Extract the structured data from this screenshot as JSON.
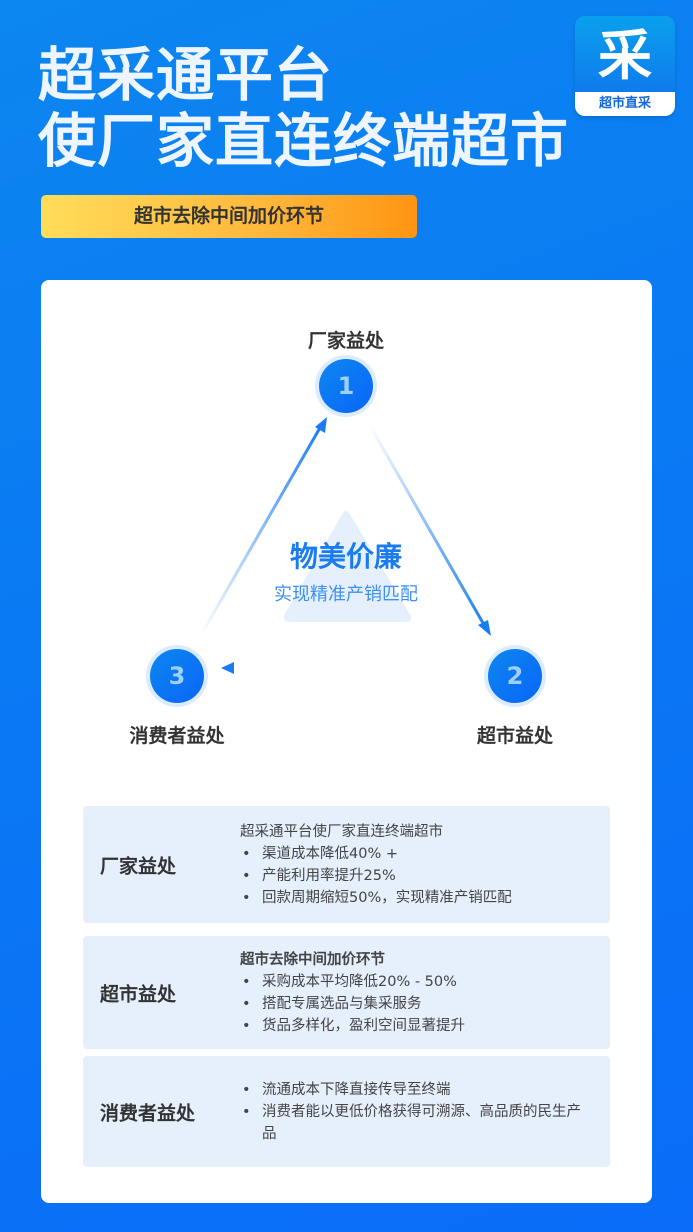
{
  "header": {
    "title_line1": "超采通平台",
    "title_line2": "使厂家直连终端超市",
    "badge": "超市去除中间加价环节"
  },
  "logo": {
    "char": "采",
    "caption": "超市直采"
  },
  "diagram": {
    "nodes": [
      {
        "number": "1",
        "label": "厂家益处"
      },
      {
        "number": "2",
        "label": "超市益处"
      },
      {
        "number": "3",
        "label": "消费者益处"
      }
    ],
    "center_title": "物美价廉",
    "center_subtitle": "实现精准产销匹配"
  },
  "panels": [
    {
      "title": "厂家益处",
      "head": "超采通平台使厂家直连终端超市",
      "items": [
        "渠道成本降低40% +",
        "产能利用率提升25%",
        "回款周期缩短50%，实现精准产销匹配"
      ]
    },
    {
      "title": "超市益处",
      "head": "超市去除中间加价环节",
      "items": [
        "采购成本平均降低20% - 50%",
        "搭配专属选品与集采服务",
        "货品多样化，盈利空间显著提升"
      ]
    },
    {
      "title": "消费者益处",
      "items": [
        "流通成本下降直接传导至终端",
        "消费者能以更低价格获得可溯源、高品质的民生产品"
      ]
    }
  ],
  "colors": {
    "accent": "#0a78f4",
    "panel": "#e5f0fc",
    "badge_start": "#ffdd5a",
    "badge_end": "#ff9412"
  }
}
